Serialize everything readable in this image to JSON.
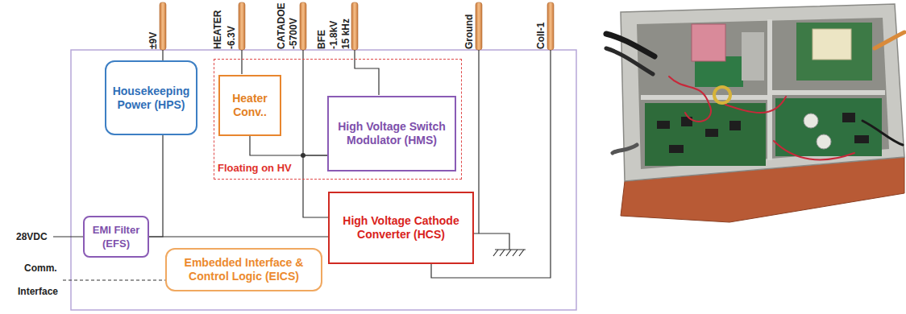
{
  "diagram": {
    "nodes": [
      {
        "text": [
          "Housekeeping Power (HPS)"
        ]
      },
      {
        "text": [
          "Floating on HV"
        ]
      },
      {
        "text": [
          "Heater Conv.."
        ],
        "in": 1
      },
      {
        "text": [
          "High Voltage Switch Modulator (HMS)"
        ],
        "in": 1
      },
      {
        "text": [
          "High Voltage Cathode Converter (HCS)"
        ]
      },
      {
        "text": [
          "EMI Filter (EFS)"
        ]
      },
      {
        "text": [
          "Embedded Interface & Control Logic (EICS)"
        ]
      }
    ],
    "edges": [
      {
        "from": 5,
        "to": 4,
        "arrow": "none"
      },
      {
        "from": 0,
        "to": 5,
        "arrow": "none"
      },
      {
        "from": 2,
        "to": 3,
        "arrow": "none"
      },
      {
        "from": 3,
        "to": 4,
        "arrow": "none"
      }
    ],
    "labels": [
      "±9V",
      "HEATER",
      "-6.3V",
      "CATADOE",
      "-5700V",
      "BFE",
      "-1.8kV",
      "15 kHz",
      "Ground",
      "Coll-1",
      "28VDC",
      "Comm.",
      "Interface"
    ]
  }
}
